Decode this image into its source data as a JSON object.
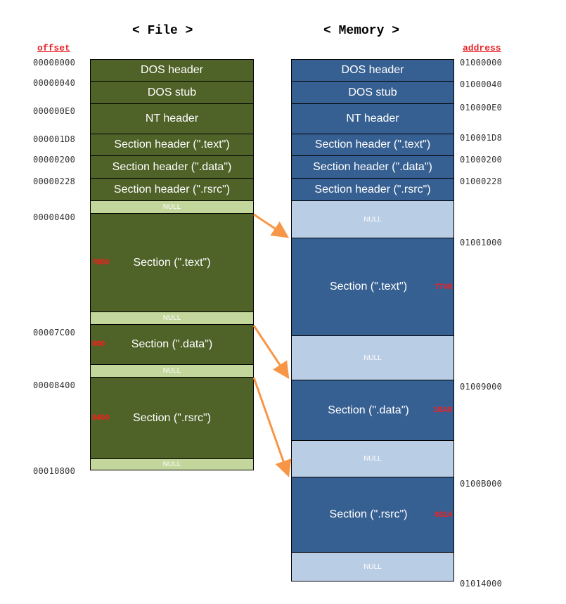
{
  "file_title": "< File >",
  "memory_title": "< Memory >",
  "offset_label": "offset",
  "address_label": "address",
  "file_offsets": [
    "00000000",
    "00000040",
    "000000E0",
    "000001D8",
    "00000200",
    "00000228",
    "00000400",
    "00007C00",
    "00008400",
    "00010800"
  ],
  "memory_addresses": [
    "01000000",
    "01000040",
    "010000E0",
    "010001D8",
    "01000200",
    "01000228",
    "01001000",
    "01009000",
    "0100B000",
    "01014000"
  ],
  "file_blocks": [
    {
      "label": "DOS header"
    },
    {
      "label": "DOS stub"
    },
    {
      "label": "NT header"
    },
    {
      "label": "Section header (\".text\")"
    },
    {
      "label": "Section header (\".data\")"
    },
    {
      "label": "Section header (\".rsrc\")"
    },
    {
      "label": "NULL"
    },
    {
      "label": "Section (\".text\")",
      "size": "7800"
    },
    {
      "label": "NULL"
    },
    {
      "label": "Section (\".data\")",
      "size": "800"
    },
    {
      "label": "NULL"
    },
    {
      "label": "Section (\".rsrc\")",
      "size": "8400"
    },
    {
      "label": "NULL"
    }
  ],
  "memory_blocks": [
    {
      "label": "DOS header"
    },
    {
      "label": "DOS stub"
    },
    {
      "label": "NT header"
    },
    {
      "label": "Section header (\".text\")"
    },
    {
      "label": "Section header (\".data\")"
    },
    {
      "label": "Section header (\".rsrc\")"
    },
    {
      "label": "NULL"
    },
    {
      "label": "Section (\".text\")",
      "size": "7748"
    },
    {
      "label": "NULL"
    },
    {
      "label": "Section (\".data\")",
      "size": "18A8"
    },
    {
      "label": "NULL"
    },
    {
      "label": "Section (\".rsrc\")",
      "size": "8314"
    },
    {
      "label": "NULL"
    }
  ],
  "colors": {
    "file_block": "#4f6228",
    "file_null": "#c3d69b",
    "memory_block": "#376092",
    "memory_null": "#b9cde5",
    "arrow": "#f79646",
    "size_text": "#ff1a1a",
    "heading_underline_text": "#e8242a"
  }
}
